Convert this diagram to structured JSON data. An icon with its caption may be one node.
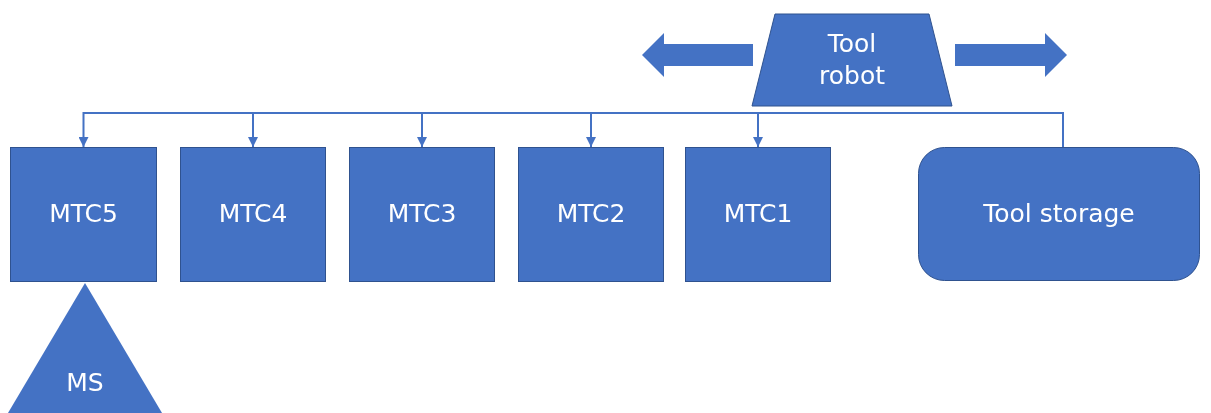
{
  "diagram": {
    "nodes": [
      {
        "text": [
          "Tool robot"
        ]
      },
      {
        "text": [
          "MTC5"
        ]
      },
      {
        "text": [
          "MTC4"
        ]
      },
      {
        "text": [
          "MTC3"
        ]
      },
      {
        "text": [
          "MTC2"
        ]
      },
      {
        "text": [
          "MTC1"
        ]
      },
      {
        "text": [
          "Tool storage"
        ]
      },
      {
        "text": [
          "MS"
        ]
      }
    ],
    "edges": [
      {
        "from": 6,
        "to": 5,
        "arrow": "to"
      },
      {
        "from": 6,
        "to": 4,
        "arrow": "to"
      },
      {
        "from": 6,
        "to": 3,
        "arrow": "to"
      },
      {
        "from": 6,
        "to": 2,
        "arrow": "to"
      },
      {
        "from": 6,
        "to": 1,
        "arrow": "to"
      }
    ]
  }
}
